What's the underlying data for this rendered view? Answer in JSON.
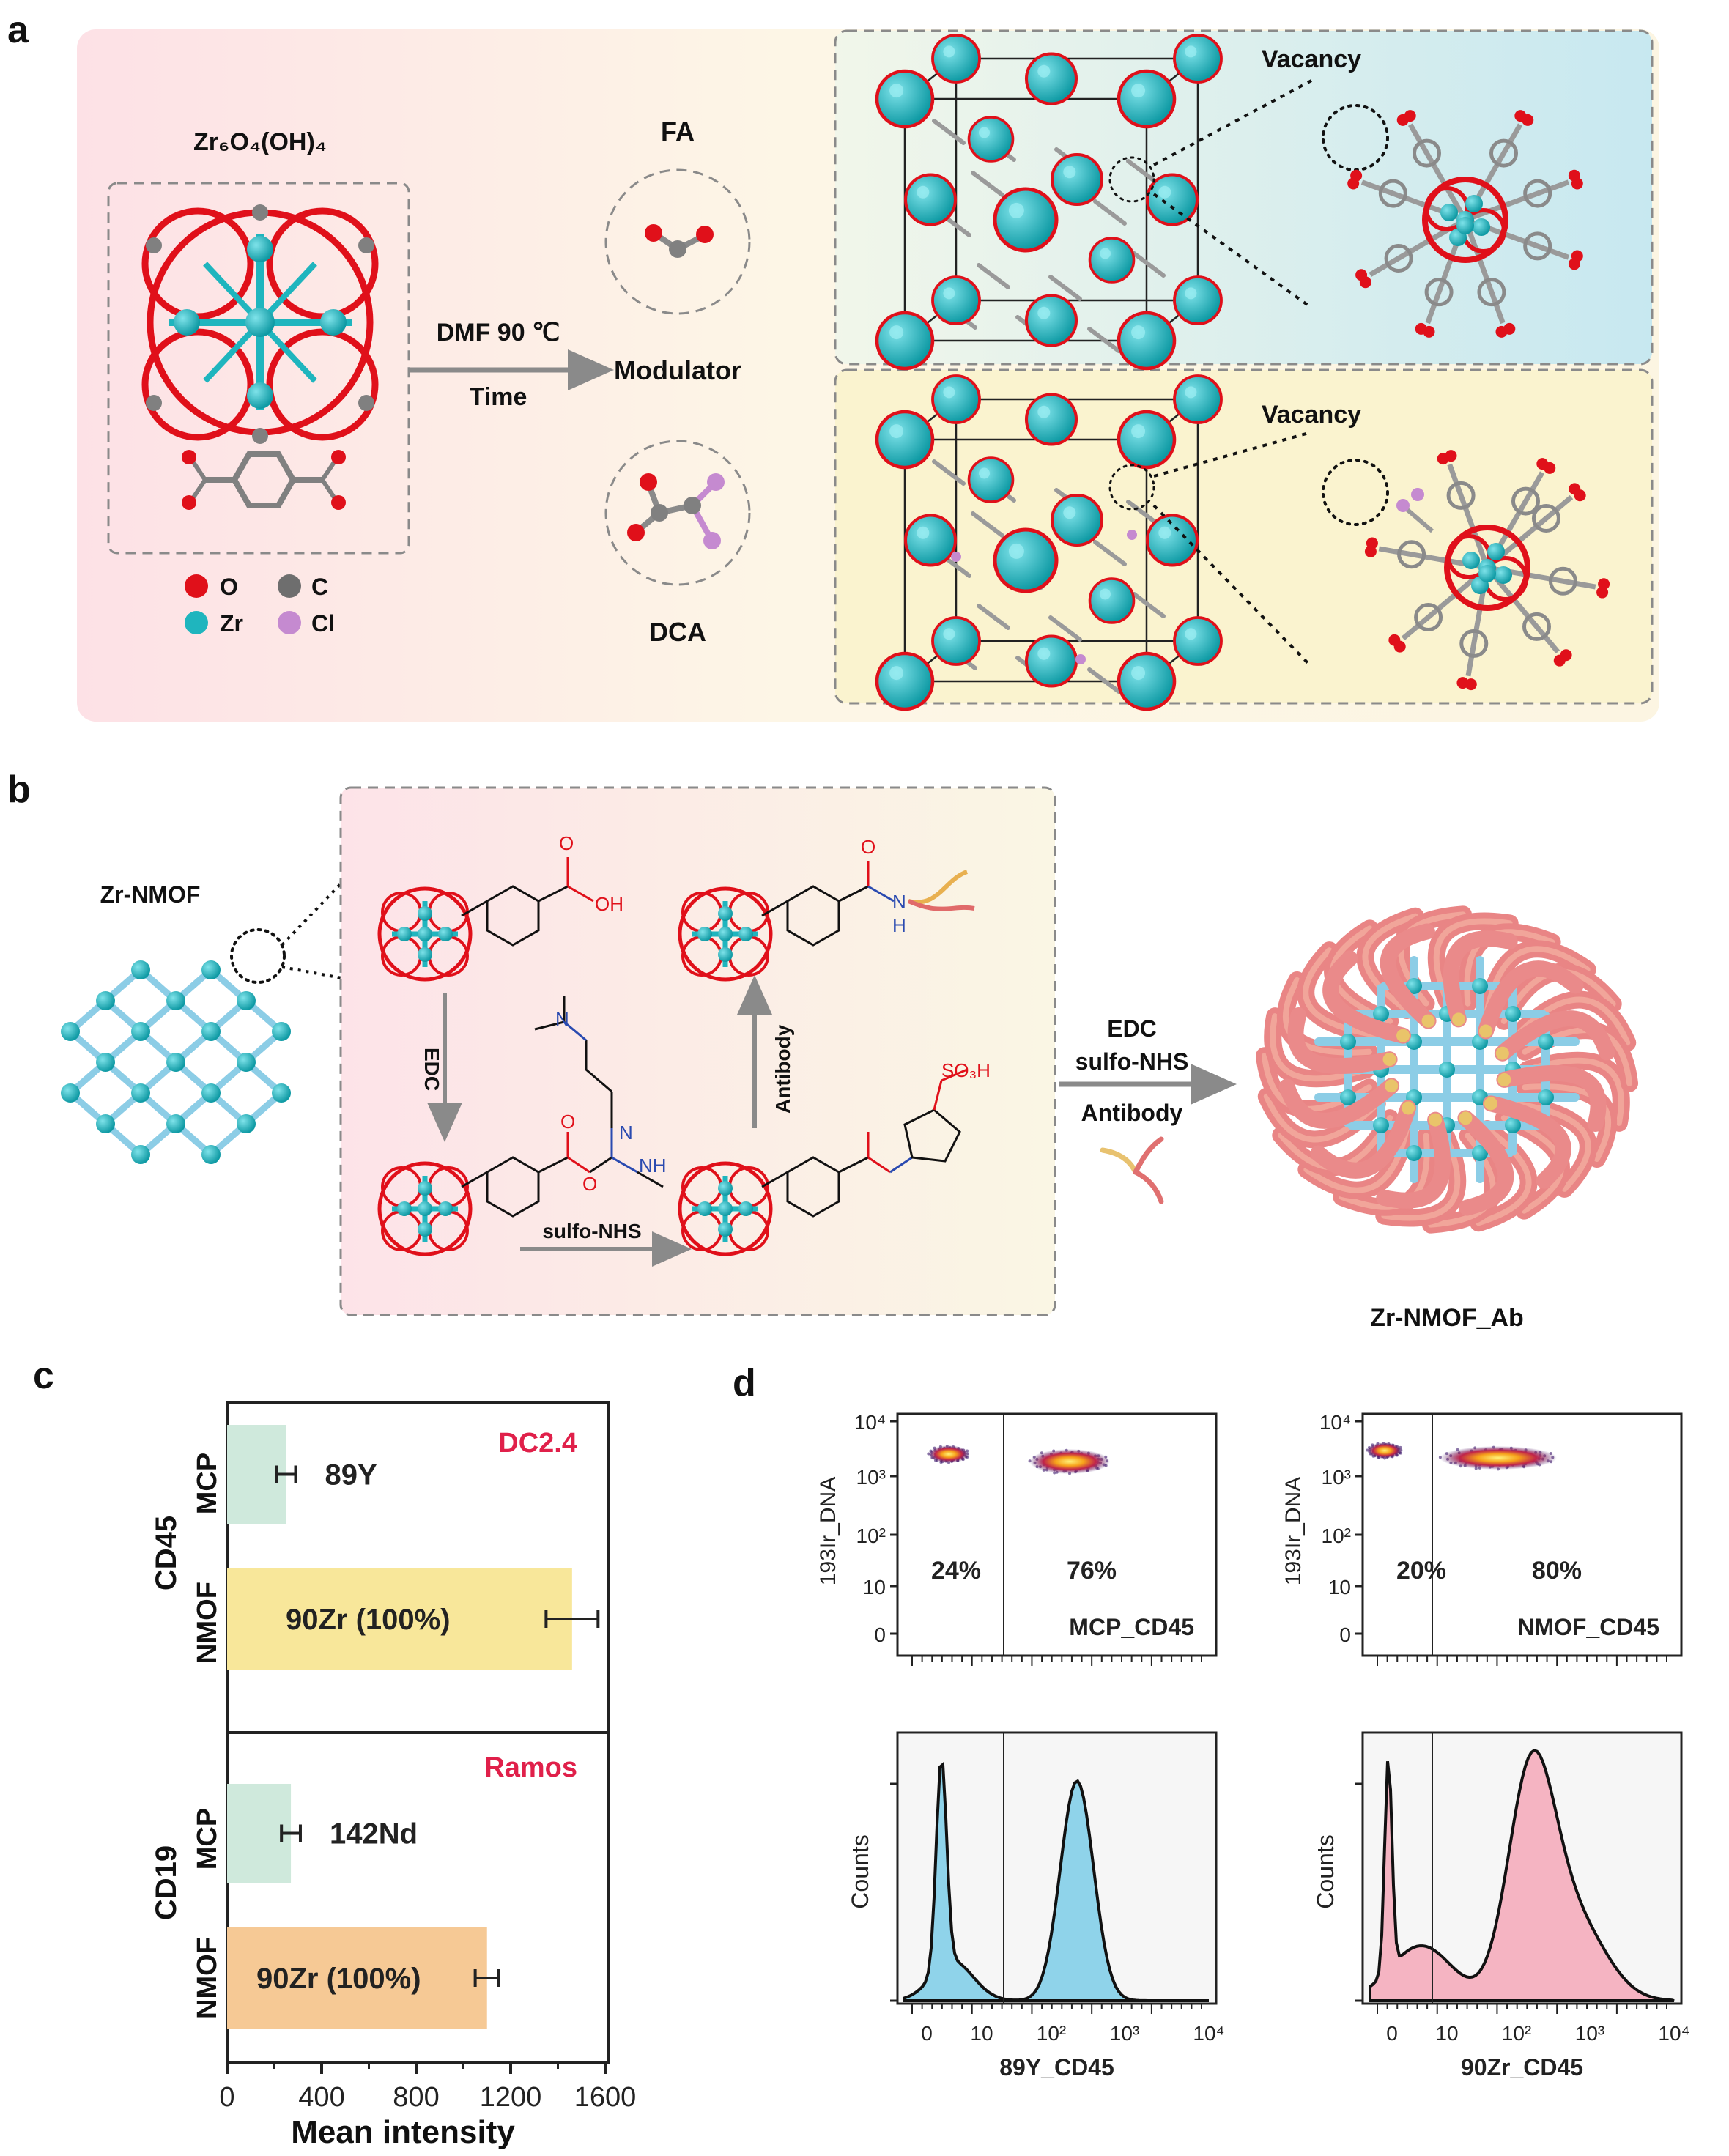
{
  "panels": {
    "a": {
      "letter": "a",
      "cluster_label": "Zr₆O₄(OH)₄",
      "legend": {
        "o": "O",
        "c": "C",
        "zr": "Zr",
        "cl": "Cl"
      },
      "condition_line1": "DMF 90 ℃",
      "condition_line2": "Time",
      "modulator": "Modulator",
      "fa": "FA",
      "dca": "DCA",
      "vacancy_top": "Vacancy",
      "vacancy_bottom": "Vacancy"
    },
    "b": {
      "letter": "b",
      "nmof_label": "Zr-NMOF",
      "oh_label": "OH",
      "edc": "EDC",
      "sulfo_nhs": "sulfo-NHS",
      "antibody_vertical": "Antibody",
      "nh_label": "N",
      "h_label": "H",
      "so3h": "SO₃H",
      "cond_edc": "EDC",
      "cond_sulfo": "sulfo-NHS",
      "cond_antibody": "Antibody",
      "product_label": "Zr-NMOF_Ab"
    },
    "c": {
      "letter": "c",
      "top_group": "CD45",
      "bottom_group": "CD19",
      "top_cell": "DC2.4",
      "bottom_cell": "Ramos",
      "mcp": "MCP",
      "nmof": "NMOF",
      "bar_labels": [
        "89Y",
        "90Zr (100%)",
        "142Nd",
        "90Zr (100%)"
      ],
      "xlabel": "Mean intensity",
      "xticks": [
        "0",
        "400",
        "800",
        "1200",
        "1600"
      ]
    },
    "d": {
      "letter": "d",
      "scatter_ylabel": "193Ir_DNA",
      "yticks": [
        "10⁴",
        "10³",
        "10²",
        "10",
        "0"
      ],
      "left_pct": [
        "24%",
        "76%"
      ],
      "right_pct": [
        "20%",
        "80%"
      ],
      "left_scatter_label": "MCP_CD45",
      "right_scatter_label": "NMOF_CD45",
      "counts": "Counts",
      "xticks": [
        "0",
        "10",
        "10²",
        "10³",
        "10⁴"
      ],
      "left_xlabel": "89Y_CD45",
      "right_xlabel": "90Zr_CD45"
    }
  },
  "colors": {
    "zr": "#1fb5be",
    "o": "#e0101a",
    "c": "#808080",
    "cl": "#c58ad0",
    "mcp_bar": "#cfe9dc",
    "nmof_bar_cd45": "#f8e79a",
    "nmof_bar_cd19": "#f6c995",
    "highlight_red": "#e0204a",
    "hist_blue": "#8fd3ea",
    "hist_pink": "#f5b4c2"
  },
  "chart_data": [
    {
      "type": "bar",
      "orientation": "horizontal",
      "categories": [
        "CD45 MCP",
        "CD45 NMOF",
        "CD19 MCP",
        "CD19 NMOF"
      ],
      "values": [
        250,
        1460,
        270,
        1100
      ],
      "errors": [
        40,
        110,
        40,
        50
      ],
      "xlabel": "Mean intensity",
      "xlim": [
        0,
        1600
      ]
    }
  ]
}
